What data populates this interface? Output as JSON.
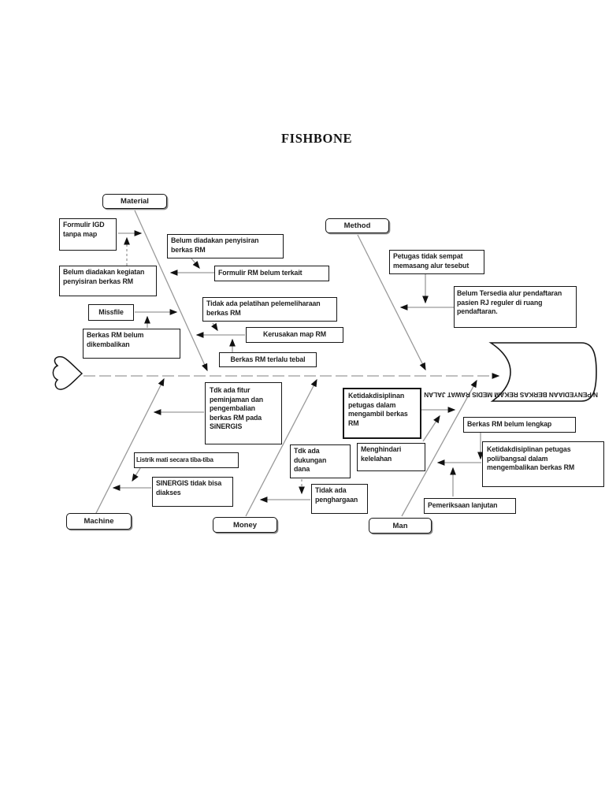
{
  "page": {
    "title": "FISHBONE"
  },
  "colors": {
    "ink": "#161616",
    "bone_line": "#9a9a9a",
    "background": "#ffffff"
  },
  "diagram": {
    "type": "fishbone",
    "head_label": "N PENYEDIAAN BERKAS REKAM MEDIS RAWAT JALAN",
    "categories": {
      "material": "Material",
      "method": "Method",
      "machine": "Machine",
      "money": "Money",
      "man": "Man"
    },
    "causes": {
      "formulir_igd": "Formulir IGD\ntanpa map",
      "belum_penyisiran": "Belum diadakan penyisiran\nberkas RM",
      "belum_kegiatan": "Belum diadakan kegiatan\npenyisiran berkas RM",
      "formulir_rm_terkait": "Formulir RM belum terkait",
      "missfile": "Missfile",
      "tidak_ada_pelatihan": "Tidak ada pelatihan pelemeliharaan\nberkas RM",
      "kerusakan_map": "Kerusakan map RM",
      "berkas_belum_dikembalikan": "Berkas RM belum\ndikembalikan",
      "berkas_terlalu_tebal": "Berkas RM terlalu tebal",
      "petugas_tidak_sempat": "Petugas tidak sempat\nmemasang alur tesebut",
      "belum_tersedia_alur": "Belum Tersedia alur pendaftaran\npasien RJ reguler di ruang\npendaftaran.",
      "tdk_ada_fitur": "Tdk ada fitur\npeminjaman dan\npengembalian\nberkas RM pada\nSiNERGIS",
      "ketidakdisiplinan_mengambil": "Ketidakdisiplinan\npetugas dalam\nmengambil berkas\nRM",
      "tdk_ada_dukungan": "Tdk ada\ndukungan\ndana",
      "menghindari_kelelahan": "Menghindari\nkelelahan",
      "tidak_ada_penghargaan": "Tidak ada\npenghargaan",
      "listrik_mati": "Listrik mati secara tiba-tiba",
      "sinergis_tidak_bisa": "SINERGIS tidak bisa\ndiakses",
      "berkas_belum_lengkap": "Berkas RM belum lengkap",
      "ketidakdisiplinan_poli": "Ketidakdisiplinan petugas\npoli/bangsal dalam\nmengembalikan berkas RM",
      "pemeriksaan_lanjutan": "Pemeriksaan lanjutan"
    }
  }
}
